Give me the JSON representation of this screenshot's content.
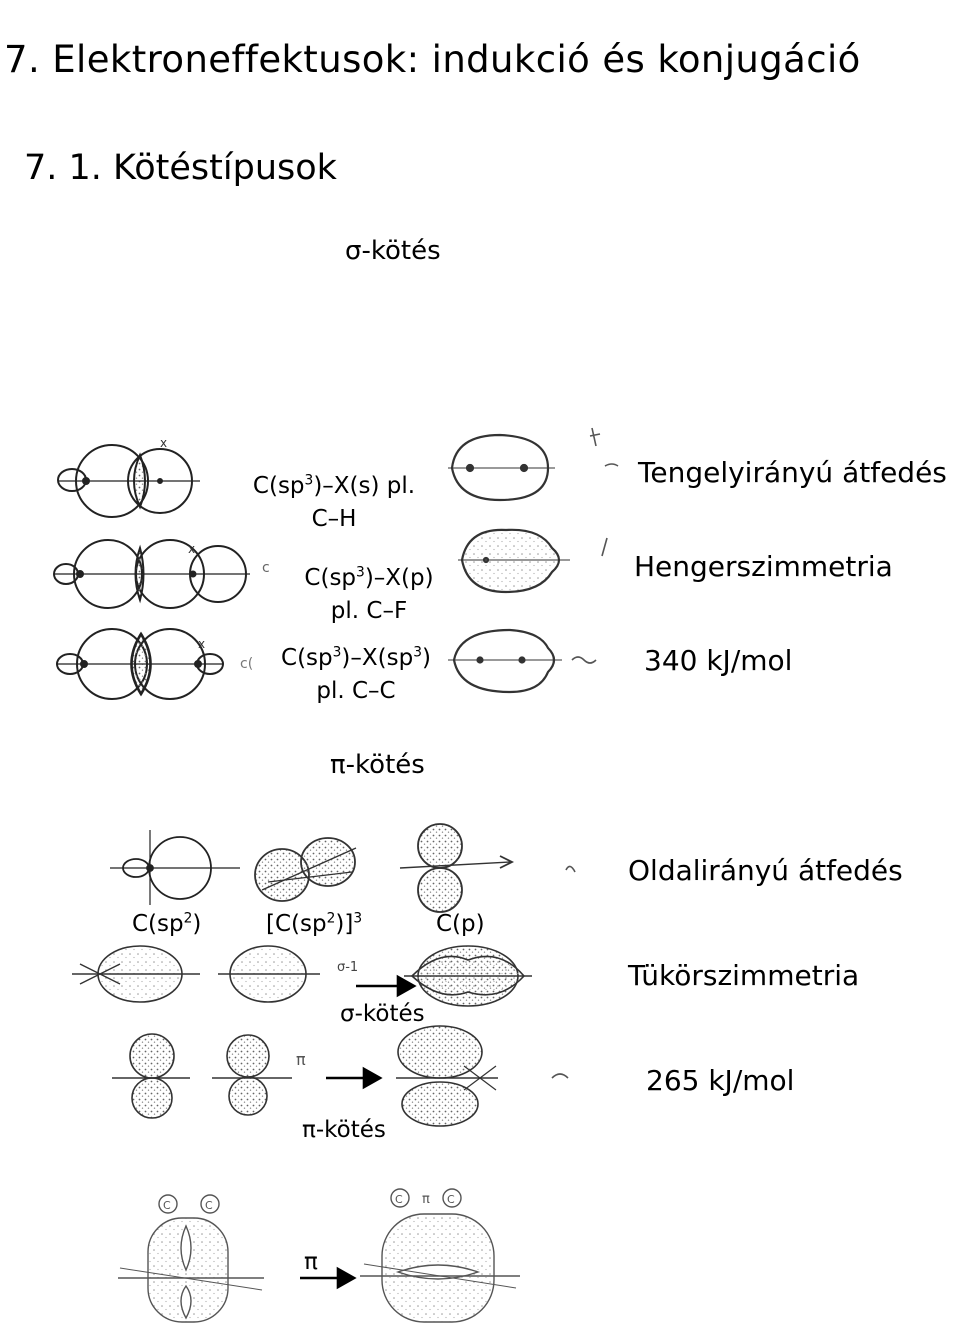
{
  "title": "7. Elektroneffektusok: indukció és konjugáció",
  "subtitle": "7. 1. Kötéstípusok",
  "sigma_section": {
    "heading": "σ-kötés",
    "rows": [
      {
        "formula_a": "C(sp",
        "sup_a": "3",
        "formula_b": ")–X(s) pl.",
        "example": "C–H"
      },
      {
        "formula_a": "C(sp",
        "sup_a": "3",
        "formula_b": ")–X(p)",
        "example": "pl. C–F"
      },
      {
        "formula_a": "C(sp",
        "sup_a": "3",
        "formula_b": ")–X(sp",
        "sup_b": "3",
        "formula_c": ")",
        "example": "pl. C–C"
      }
    ],
    "properties": [
      "Tengelyirányú átfedés",
      "Hengerszimmetria",
      "340 kJ/mol"
    ]
  },
  "pi_section": {
    "heading": "π-kötés",
    "orbitals": [
      {
        "a": "C(sp",
        "sup": "2",
        "b": ")"
      },
      {
        "a": "[C(sp",
        "sup": "2",
        "b": ")]",
        "sub": "3"
      },
      {
        "a": "C(p)"
      }
    ],
    "sigma_arrow_label": "σ-kötés",
    "pi_arrow_label": "π-kötés",
    "pi_small_label": "π",
    "pi_symbol": "π",
    "properties": [
      "Oldalirányú átfedés",
      "Tükörszimmetria",
      "265 kJ/mol"
    ]
  },
  "colors": {
    "ink": "#000000",
    "sketch": "#333333",
    "dots": "#555555"
  }
}
